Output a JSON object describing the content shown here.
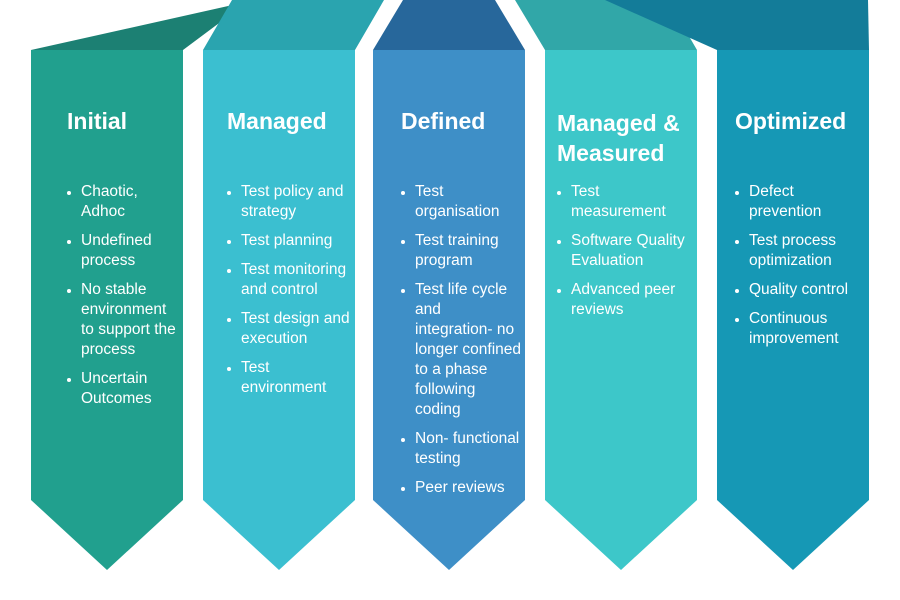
{
  "columns": [
    {
      "title": "Initial",
      "color": "#21A08E",
      "items": [
        "Chaotic, Adhoc",
        "Undefined process",
        "No stable environment to support the process",
        "Uncertain Outcomes"
      ]
    },
    {
      "title": "Managed",
      "color": "#3BBFD0",
      "items": [
        "Test policy and strategy",
        "Test planning",
        "Test monitoring and control",
        "Test design and execution",
        "Test environment"
      ]
    },
    {
      "title": "Defined",
      "color": "#3E8FC7",
      "items": [
        "Test organisation",
        "Test training program",
        "Test life cycle and integration- no longer confined to a phase following coding",
        "Non- functional testing",
        "Peer reviews"
      ]
    },
    {
      "title": "Managed & Measured",
      "color": "#3DC7C9",
      "items": [
        "Test measurement",
        "Software Quality Evaluation",
        "Advanced peer reviews"
      ]
    },
    {
      "title": "Optimized",
      "color": "#1698B5",
      "items": [
        "Defect prevention",
        "Test process optimization",
        "Quality control",
        "Continuous improvement"
      ]
    }
  ],
  "fan_colors": [
    "#1C8073",
    "#2AA4AF",
    "#27679B",
    "#31A7A8",
    "#137C99"
  ]
}
